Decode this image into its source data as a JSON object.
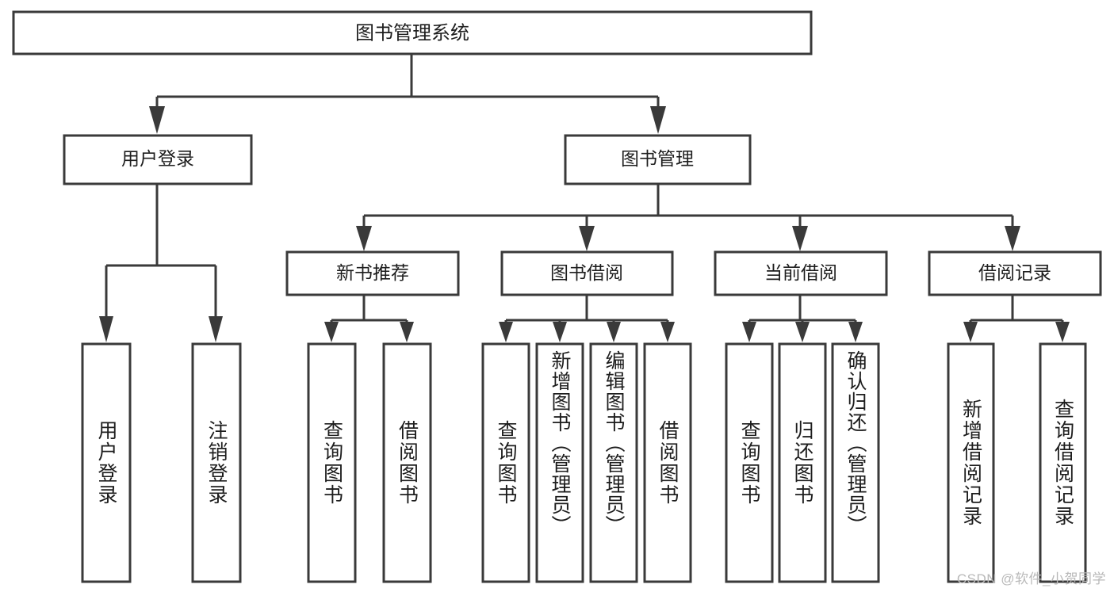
{
  "diagram": {
    "type": "tree-hierarchy-chart",
    "title": "图书管理系统",
    "watermark": "CSDN @软件_小贺同学",
    "colors": {
      "stroke": "#3a3a3a",
      "box_fill": "#ffffff",
      "text": "#1d1d1d",
      "background": "#ffffff",
      "watermark": "#b9b9b9"
    },
    "levels": [
      {
        "level": 1,
        "nodes": [
          {
            "id": "root",
            "label": "图书管理系统"
          }
        ]
      },
      {
        "level": 2,
        "nodes": [
          {
            "id": "user-login",
            "label": "用户登录",
            "parent": "root"
          },
          {
            "id": "book-manage",
            "label": "图书管理",
            "parent": "root"
          }
        ]
      },
      {
        "level": 3,
        "nodes": [
          {
            "id": "new-book-rec",
            "label": "新书推荐",
            "parent": "book-manage"
          },
          {
            "id": "book-borrow",
            "label": "图书借阅",
            "parent": "book-manage"
          },
          {
            "id": "current-borrow",
            "label": "当前借阅",
            "parent": "book-manage"
          },
          {
            "id": "borrow-record",
            "label": "借阅记录",
            "parent": "book-manage"
          }
        ]
      },
      {
        "level": 4,
        "nodes": [
          {
            "id": "leaf-1",
            "label": "用户登录",
            "parent": "user-login"
          },
          {
            "id": "leaf-2",
            "label": "注销登录",
            "parent": "user-login"
          },
          {
            "id": "leaf-3",
            "label": "查询图书",
            "parent": "new-book-rec"
          },
          {
            "id": "leaf-4",
            "label": "借阅图书",
            "parent": "new-book-rec"
          },
          {
            "id": "leaf-5",
            "label": "查询图书",
            "parent": "book-borrow"
          },
          {
            "id": "leaf-6",
            "label": "新增图书（管理员）",
            "parent": "book-borrow"
          },
          {
            "id": "leaf-7",
            "label": "编辑图书（管理员）",
            "parent": "book-borrow"
          },
          {
            "id": "leaf-8",
            "label": "借阅图书",
            "parent": "book-borrow"
          },
          {
            "id": "leaf-9",
            "label": "查询图书",
            "parent": "current-borrow"
          },
          {
            "id": "leaf-10",
            "label": "归还图书",
            "parent": "current-borrow"
          },
          {
            "id": "leaf-11",
            "label": "确认归还（管理员）",
            "parent": "current-borrow"
          },
          {
            "id": "leaf-12",
            "label": "新增借阅记录",
            "parent": "borrow-record"
          },
          {
            "id": "leaf-13",
            "label": "查询借阅记录",
            "parent": "borrow-record"
          }
        ]
      }
    ]
  }
}
